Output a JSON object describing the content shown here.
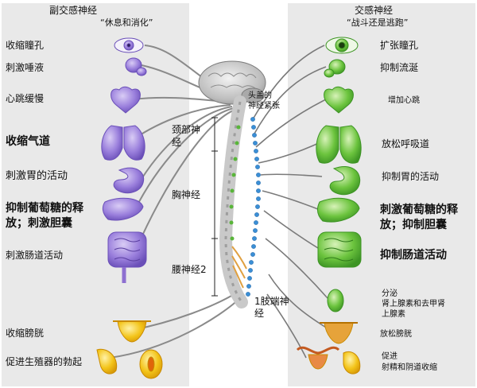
{
  "left": {
    "title": "副交感神经",
    "subtitle": "“休息和消化”",
    "labels": [
      "收缩瞳孔",
      "刺激唾液",
      "心跳缓慢",
      "收缩气道",
      "刺激胃的活动",
      "抑制葡萄糖的释",
      "放；刺激胆囊",
      "刺激肠道活动",
      "收缩膀胱",
      "促进生殖器的勃起"
    ]
  },
  "right": {
    "title": "交感神经",
    "subtitle": "“战斗还是逃跑”",
    "labels": [
      "扩张瞳孔",
      "抑制流涎",
      "增加心跳",
      "放松呼吸道",
      "抑制胃的活动",
      "刺激葡萄糖的释",
      "放；抑制胆囊",
      "抑制肠道活动",
      "分泌",
      "肾上腺素和去甲肾",
      "上腺素",
      "放松膀胱",
      "促进",
      "射精和阴道收缩"
    ]
  },
  "spine": {
    "cranial_note_1": "头盖的",
    "cranial_note_2": "神经紧张",
    "cervical_1": "颈部神",
    "cervical_2": "经",
    "thoracic": "胸神经",
    "lumbar": "腰神经2",
    "sacral_1": "1肢端神",
    "sacral_2": "经"
  },
  "colors": {
    "panel": "#e9e9e9",
    "parasympathetic_organ": "#8d6fd1",
    "sympathetic_organ": "#5fb83a",
    "nerve": "#8a8a8a",
    "ganglia": "#3b8fd6",
    "sacral_nerve": "#e0a040",
    "bladder": "#f2c21b"
  }
}
